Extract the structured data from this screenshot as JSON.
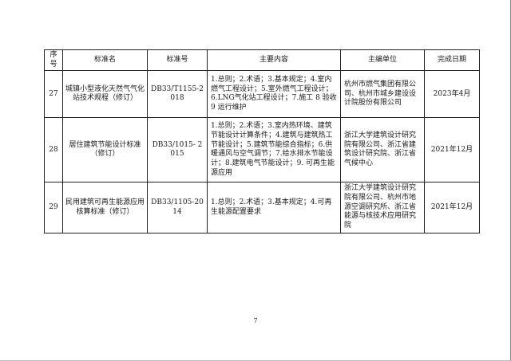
{
  "table": {
    "headers": [
      "序号",
      "标准名",
      "标准号",
      "主要内容",
      "主编单位",
      "完成日期"
    ],
    "rows": [
      {
        "no": "27",
        "name": "城镇小型液化天然气气化站技术规程（修订）",
        "code": "DB33/T1155-2018",
        "content": "1.总则；2.术语；3.基本规定；4.室内燃气工程设计；5.室外燃气工程设计；6.LNG气化站工程设计；7.施工 8 验收 9 运行维护",
        "org": "杭州市燃气集团有限公司、杭州市城乡建设设计院股份有限公司",
        "date": "2023年4月"
      },
      {
        "no": "28",
        "name": "居住建筑节能设计标准（修订）",
        "code": "DB33/1015- 2015",
        "content": "1.总则；2.术语；3.室内热环境、建筑节能设计计算条件；4.建筑与建筑热工节能设计；5.建筑节能综合指标；6.供暖通风与空气调节；7.给水排水节能设计；8.建筑电气节能设计；9. 可再生能源应用",
        "org": "浙江大学建筑设计研究院有限公司、浙江省建筑设计研究院、浙江省气候中心",
        "date": "2021年12月"
      },
      {
        "no": "29",
        "name": "民用建筑可再生能源应用核算标准（修订）",
        "code": "DB33/1105-2014",
        "content": "1.总则；2.术语；3.基本规定；4.可再生能源配置要求",
        "org": "浙江大学建筑设计研究院有限公司、杭州市地源空调研究所、浙江省能源与核技术应用研究院",
        "date": "2021年12月"
      }
    ]
  },
  "page_number": "7"
}
